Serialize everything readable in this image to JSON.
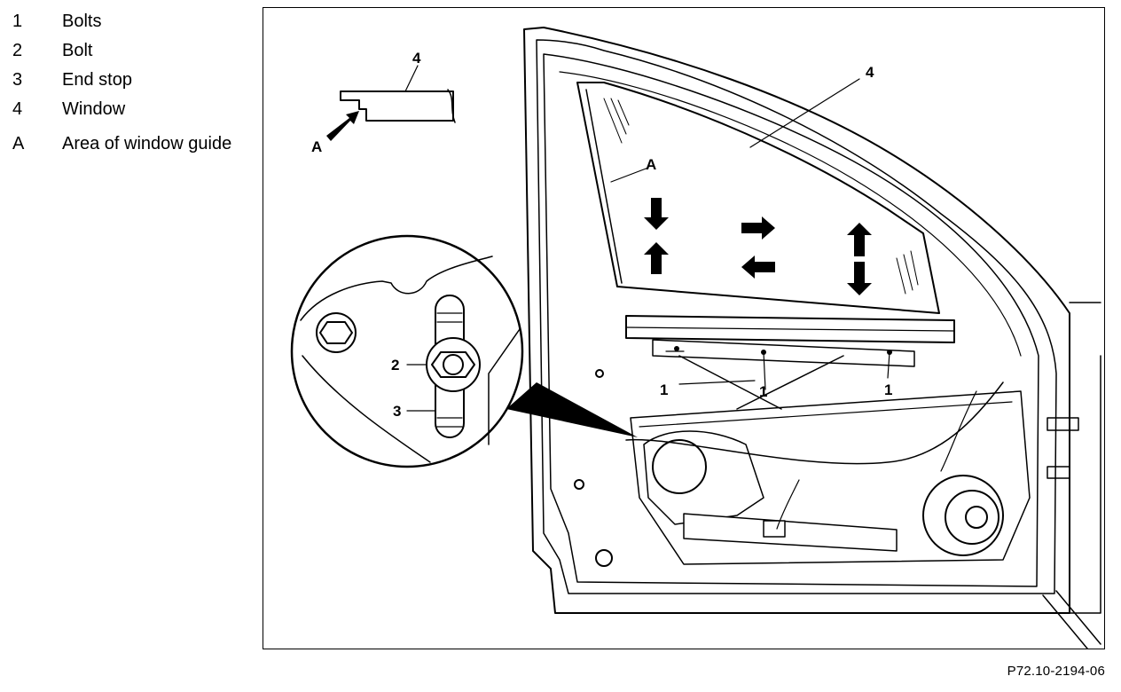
{
  "legend": [
    {
      "key": "1",
      "text": "Bolts"
    },
    {
      "key": "2",
      "text": "Bolt"
    },
    {
      "key": "3",
      "text": "End stop"
    },
    {
      "key": "4",
      "text": "Window"
    },
    {
      "key": "A",
      "text": "Area of window guide"
    }
  ],
  "callouts": {
    "bolts": "1",
    "bolt": "2",
    "end_stop": "3",
    "window": "4",
    "window_guide": "A"
  },
  "figure_id": "P72.10-2194-06",
  "colors": {
    "line": "#000000",
    "background": "#ffffff",
    "fill": "#ffffff"
  }
}
